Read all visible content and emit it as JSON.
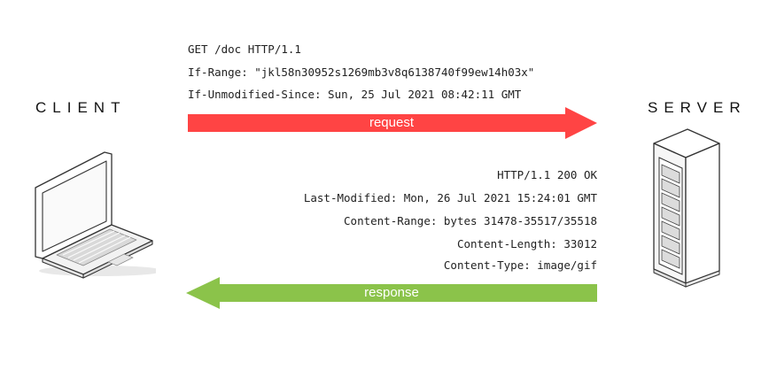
{
  "client": {
    "label": "CLIENT"
  },
  "server": {
    "label": "SERVER"
  },
  "request": {
    "lines": [
      "GET /doc HTTP/1.1",
      "If-Range: \"jkl58n30952s1269mb3v8q6138740f99ew14h03x\"",
      "If-Unmodified-Since: Sun, 25 Jul 2021 08:42:11 GMT"
    ],
    "arrow_label": "request",
    "color": "#ff4444"
  },
  "response": {
    "lines": [
      "HTTP/1.1 200 OK",
      "Last-Modified: Mon, 26 Jul 2021 15:24:01 GMT",
      "Content-Range: bytes 31478-35517/35518",
      "Content-Length: 33012",
      "Content-Type: image/gif"
    ],
    "arrow_label": "response",
    "color": "#8bc34a"
  }
}
